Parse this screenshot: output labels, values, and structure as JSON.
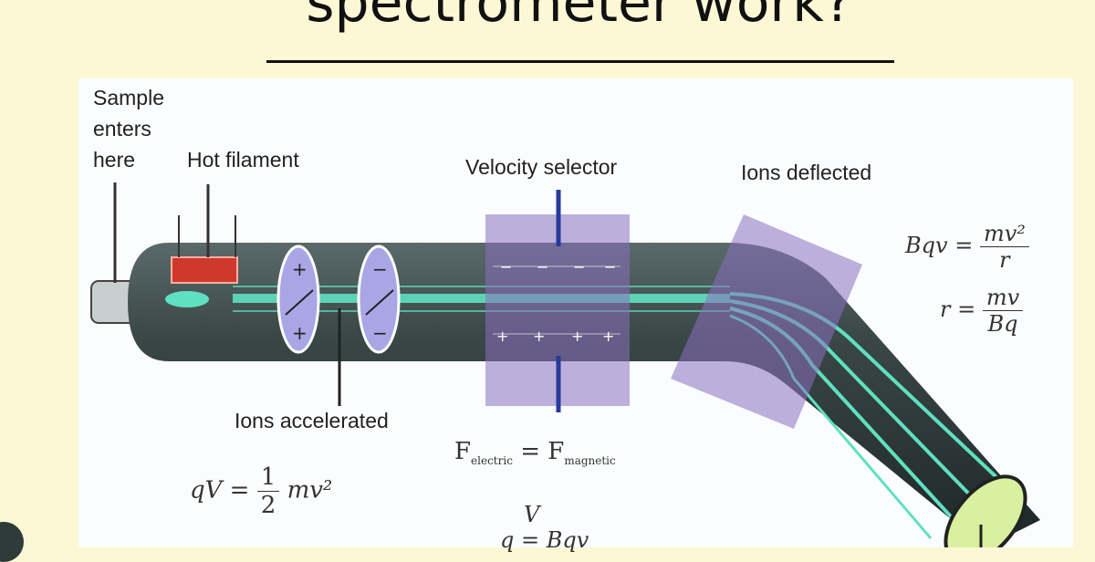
{
  "title": "spectrometer work?",
  "labels": {
    "sample": [
      "Sample",
      "enters",
      "here"
    ],
    "hot_filament": "Hot filament",
    "velocity_selector": "Velocity selector",
    "ions_deflected": "Ions deflected",
    "ions_accelerated": "Ions accelerated"
  },
  "plates": {
    "accel_positive": "+",
    "accel_negative": "−",
    "selector_top": [
      "−",
      "−",
      "−",
      "−"
    ],
    "selector_bottom": [
      "+",
      "+",
      "+",
      "+"
    ]
  },
  "equations": {
    "bqv_lhs": "Bqv =",
    "bqv_num": "mv²",
    "bqv_den": "r",
    "r_lhs": "r =",
    "r_num": "mv",
    "r_den": "Bq",
    "f_electric": "F",
    "f_electric_sub": "electric",
    "f_eq": " = ",
    "f_magnetic": "F",
    "f_magnetic_sub": "magnetic",
    "qv_lhs": "qV =",
    "qv_num": "1",
    "qv_den": "2",
    "qv_rhs": "mv²",
    "partial_num": "V",
    "partial_rest": "q = Bqv"
  },
  "colors": {
    "background": "#fcf8d6",
    "panel": "#fafcfd",
    "tube": "#2f3a3a",
    "ion_beam": "#5fe0c0",
    "selector_overlay": "#8a6fc0",
    "filament": "#d0382c",
    "detector": "#d8f0a0"
  }
}
